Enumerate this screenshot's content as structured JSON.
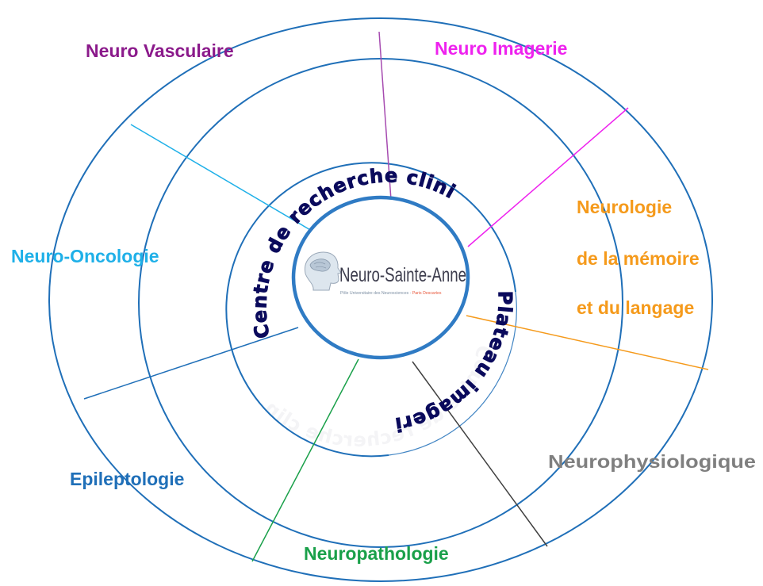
{
  "sectors": {
    "neuro_vasculaire": {
      "label": "Neuro Vasculaire",
      "color": "#8b1a8b"
    },
    "neuro_imagerie": {
      "label": "Neuro Imagerie",
      "color": "#ee22ee"
    },
    "neurologie": {
      "lines": [
        "Neurologie",
        "de la mémoire",
        "et du langage"
      ],
      "color": "#f59a1b"
    },
    "neurophysiologique": {
      "label": "Neurophysiologique",
      "color": "#7f7f7f"
    },
    "neuropathologie": {
      "label": "Neuropathologie",
      "color": "#1aa04a"
    },
    "epileptologie": {
      "label": "Epileptologie",
      "color": "#1f6fb8"
    },
    "neuro_oncologie": {
      "label": "Neuro-Oncologie",
      "color": "#1fb0e8"
    }
  },
  "inner_ring": {
    "top_label": "Centre de recherche clinique",
    "right_label": "Plateau imagerie",
    "text_color": "#0a0a5c"
  },
  "logo": {
    "name": "Neuro-Sainte-Anne",
    "tagline_part1": "Pôle Universitaire des Neurosciences - ",
    "tagline_part2": "Paris Descartes",
    "tagline_part2_color": "#e8563a",
    "icon": "brain-head-icon"
  },
  "colors": {
    "ring": "#1f6fb8",
    "hub_ring": "#2f7bc4"
  }
}
